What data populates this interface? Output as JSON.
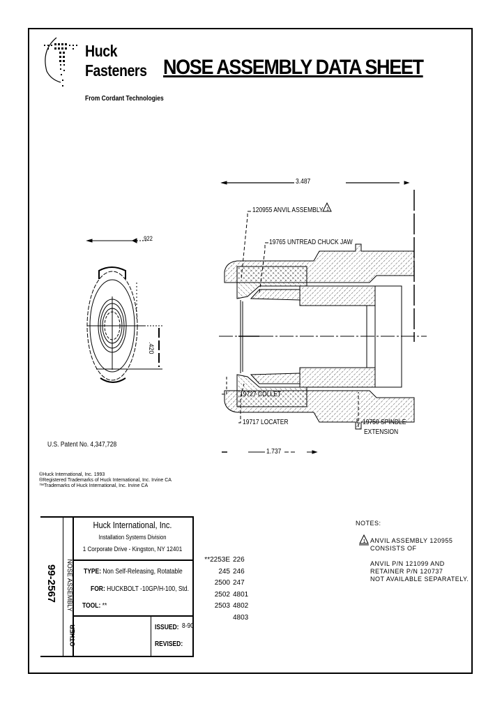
{
  "logo": {
    "line1": "Huck",
    "line2": "Fasteners",
    "tagline": "From Cordant Technologies"
  },
  "title": "NOSE ASSEMBLY DATA SHEET",
  "drawing": {
    "overall_length": "3.487",
    "front_width": ".922",
    "height_dim": ".420",
    "lower_length": "1.737",
    "callouts": [
      "120955 ANVIL ASSEMBLY",
      "19765 UNTREAD CHUCK JAW",
      "19727 COLLET",
      "19717 LOCATER",
      "19750 SPINDLE",
      "EXTENSION"
    ],
    "note_marker": "1"
  },
  "patent": "U.S. Patent No. 4,347,728",
  "legal": [
    "©Huck International, Inc. 1993",
    "®Registered Trademarks of Huck International, Inc. Irvine CA",
    "™Trademarks of Huck International, Inc. Irvine CA"
  ],
  "title_block": {
    "doc_number": "99-2567",
    "category": "NOSE ASSEMBLY",
    "company": "Huck International, Inc.",
    "division": "Installation Systems Division",
    "address": "1 Corporate Drive - Kingston, NY  12401",
    "type_label": "TYPE:",
    "type_value": "Non Self-Releasing, Rotatable",
    "for_label": "FOR:",
    "for_value": "HUCKBOLT -10GP/H-100, Std.",
    "tool_label": "TOOL:",
    "tool_value": "**",
    "other_label": "OTHER",
    "issued_label": "ISSUED:",
    "issued_value": "8-90",
    "revised_label": "REVISED:",
    "revised_value": ""
  },
  "tools": {
    "col1": [
      "**2253E",
      "245",
      "2500",
      "2502",
      "2503"
    ],
    "col2": [
      "226",
      "246",
      "247",
      "4801",
      "4802",
      "4803"
    ]
  },
  "notes": {
    "heading": "NOTES:",
    "marker": "1",
    "lines": [
      "ANVIL ASSEMBLY 120955",
      "CONSISTS OF",
      "",
      "ANVIL P/N 121099 AND",
      "RETAINER P/N 120737",
      "NOT AVAILABLE SEPARATELY."
    ]
  }
}
